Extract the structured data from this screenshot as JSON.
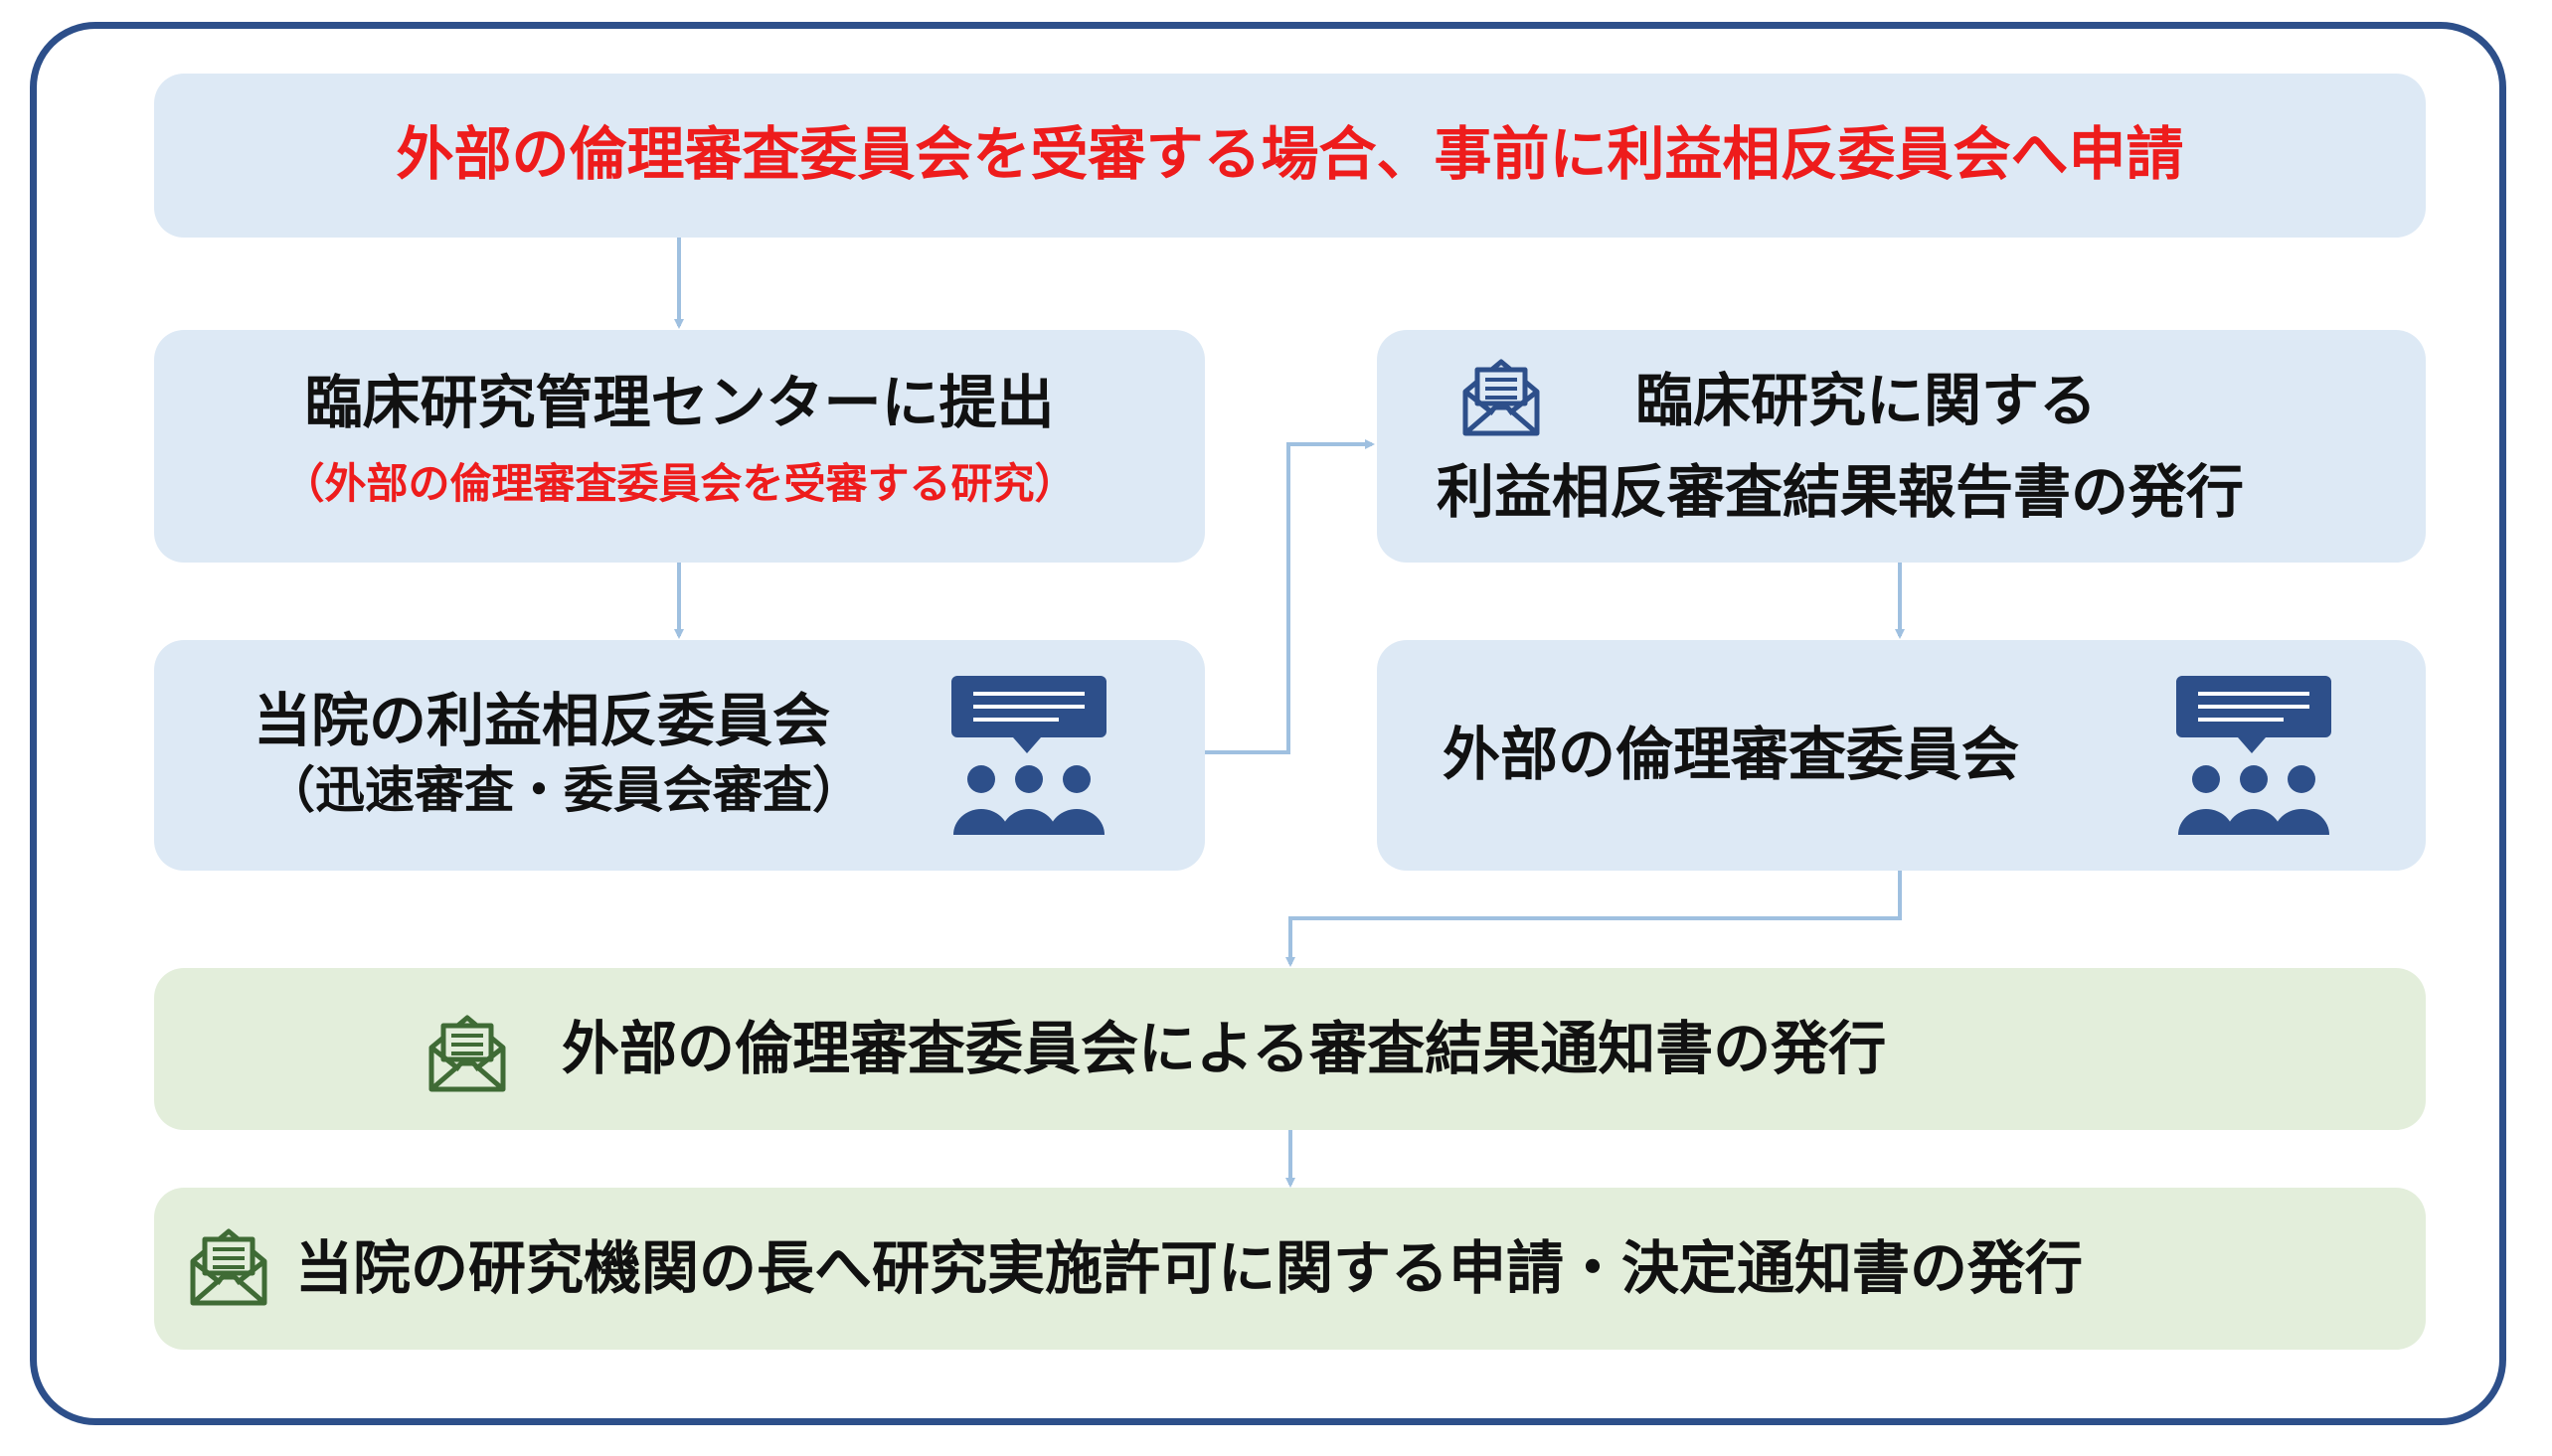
{
  "diagram": {
    "header": {
      "text": "外部の倫理審査委員会を受審する場合、事前に利益相反委員会へ申請"
    },
    "step1": {
      "line1": "臨床研究管理センターに提出",
      "line2": "（外部の倫理審査委員会を受審する研究）"
    },
    "step2": {
      "line1": "当院の利益相反委員会",
      "line2": "（迅速審査・委員会審査）",
      "icon": "meeting-icon"
    },
    "step3": {
      "line1": "臨床研究に関する",
      "line2": "利益相反審査結果報告書の発行",
      "icon": "mail-document-icon"
    },
    "step4": {
      "line1": "外部の倫理審査委員会",
      "icon": "meeting-icon"
    },
    "step5": {
      "line1": "外部の倫理審査委員会による審査結果通知書の発行",
      "icon": "mail-document-icon"
    },
    "step6": {
      "line1": "当院の研究機関の長へ研究実施許可に関する申請・決定通知書の発行",
      "icon": "mail-document-icon"
    }
  },
  "colors": {
    "frame": "#2d4f8a",
    "box_blue": "#dde9f5",
    "box_green": "#e3eedb",
    "accent_red": "#ee1c1c",
    "icon_blue": "#2d4f8a",
    "icon_green": "#3f6b35",
    "connector": "#9fc0e0"
  }
}
